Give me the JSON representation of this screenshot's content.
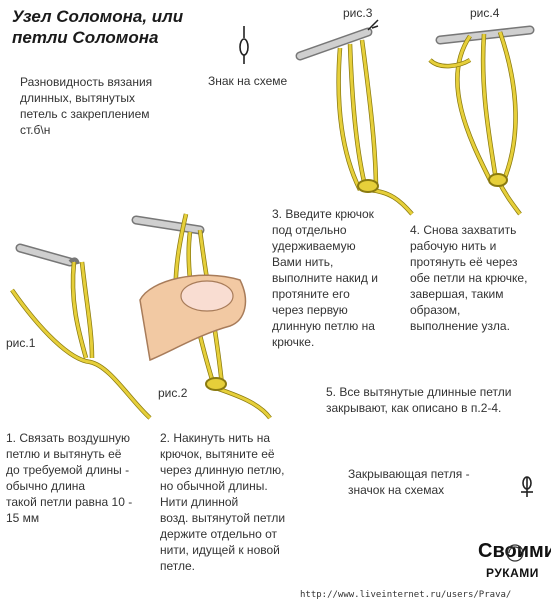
{
  "title": {
    "line1": "Узел Соломона, или",
    "line2": "петли Соломона"
  },
  "intro": "Разновидность вязания\nдлинных, вытянутых\nпетель с закреплением\nст.б\\н",
  "symbol_caption": "Знак на схеме",
  "fig_labels": {
    "fig1": "рис.1",
    "fig2": "рис.2",
    "fig3": "рис.3",
    "fig4": "рис.4"
  },
  "steps": {
    "step1": "1. Связать воздушную\nпетлю и вытянуть её\nдо требуемой длины -\nобычно длина\nтакой петли равна 10 -\n15 мм",
    "step2": "2. Накинуть нить на\nкрючок, вытяните её\nчерез длинную петлю,\nно обычной длины.\nНити длинной\nвозд. вытянутой петли\nдержите отдельно от\nнити, идущей к новой\nпетле.",
    "step3": "3. Введите крючок\nпод отдельно\nудерживаемую\nВами нить,\nвыполните накид и\nпротяните его\nчерез первую\nдлинную петлю на\nкрючке.",
    "step4": "4.  Снова захватить\nрабочую нить и\nпротянуть её через\nобе петли на крючке,\nзавершая, таким\nобразом,\nвыполнение узла.",
    "step5": "5. Все вытянутые длинные петли\nзакрывают, как описано в п.2-4."
  },
  "closing_caption": "Закрывающая петля -\nзначок на схемах",
  "logo": {
    "line1": "Своими",
    "line2": "РУКАМИ"
  },
  "footer_url": "http://www.liveinternet.ru/users/Prava/",
  "colors": {
    "yarn": "#e6cf3a",
    "yarn_outline": "#8a7a10",
    "hook": "#c9c9c9",
    "hook_outline": "#777777",
    "text": "#333333",
    "skin": "#f2c9a3"
  }
}
